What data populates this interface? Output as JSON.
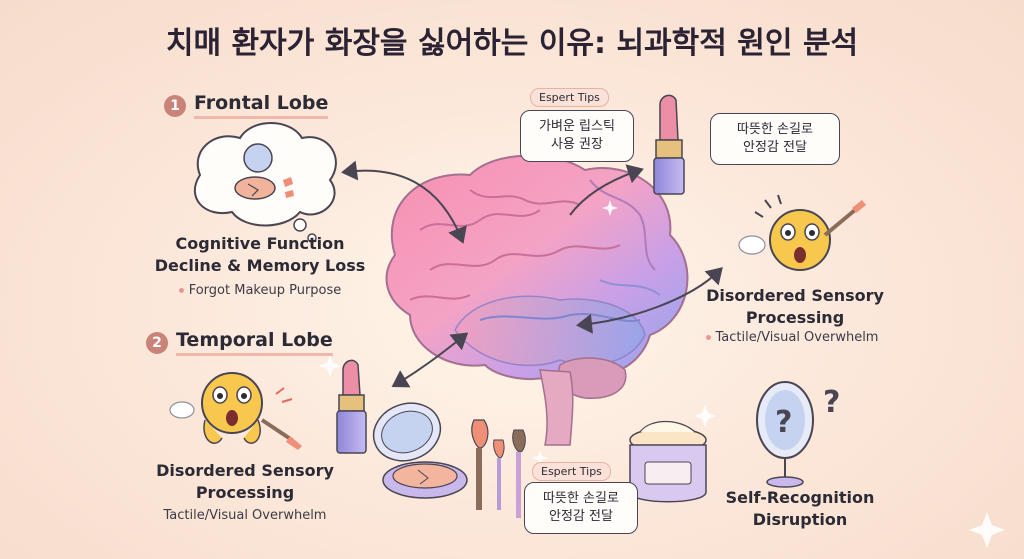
{
  "title": "치매 환자가 화장을 싫어하는 이유: 뇌과학적 원인 분석",
  "frontal": {
    "number": "1",
    "name": "Frontal Lobe",
    "heading_line1": "Cognitive Function",
    "heading_line2": "Decline & Memory Loss",
    "detail": "Forgot Makeup Purpose"
  },
  "temporal": {
    "number": "2",
    "name": "Temporal Lobe",
    "heading_line1": "Disordered Sensory",
    "heading_line2": "Processing",
    "detail": "Tactile/Visual Overwhelm"
  },
  "tip_top": {
    "tag": "Espert Tips",
    "line1": "가벼운 립스틱",
    "line2": "사용 권장"
  },
  "bubble_top_right": {
    "line1": "따뜻한 손길로",
    "line2": "안정감 전달"
  },
  "right_sensory": {
    "heading_line1": "Disordered Sensory",
    "heading_line2": "Processing",
    "detail": "Tactile/Visual Overwhelm"
  },
  "tip_bottom": {
    "tag": "Espert Tips",
    "line1": "따뜻한 손길로",
    "line2": "안정감 전달"
  },
  "self_recognition": {
    "line1": "Self-Recognition",
    "line2": "Disruption"
  },
  "colors": {
    "background": "#fbe6d8",
    "accent": "#c98378",
    "brain_pink": "#f39ab4",
    "brain_blue": "#9ea8ec"
  }
}
